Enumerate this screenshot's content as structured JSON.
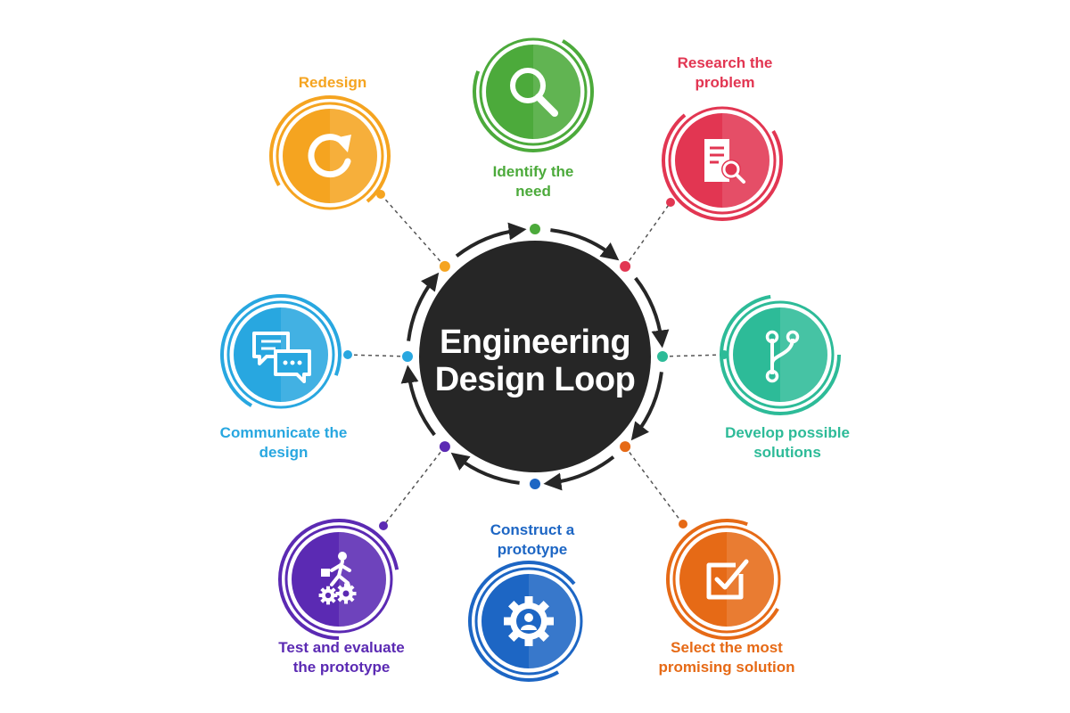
{
  "center": {
    "line1": "Engineering",
    "line2": "Design Loop",
    "color": "#262626"
  },
  "steps": [
    {
      "label": "Identify the need",
      "line1": "Identify the",
      "line2": "need",
      "icon": "magnifier-icon",
      "color": "#4caa3b"
    },
    {
      "label": "Research the problem",
      "line1": "Research the",
      "line2": "problem",
      "icon": "document-search-icon",
      "color": "#e23652"
    },
    {
      "label": "Develop possible solutions",
      "line1": "Develop possible",
      "line2": "solutions",
      "icon": "branch-icon",
      "color": "#2dbb98"
    },
    {
      "label": "Select the most promising solution",
      "line1": "Select the most",
      "line2": "promising solution",
      "icon": "checkbox-icon",
      "color": "#e66a16"
    },
    {
      "label": "Construct a prototype",
      "line1": "Construct a",
      "line2": "prototype",
      "icon": "gear-user-icon",
      "color": "#1d66c4"
    },
    {
      "label": "Test and evaluate the prototype",
      "line1": "Test and evaluate",
      "line2": "the prototype",
      "icon": "walker-gears-icon",
      "color": "#5b2ab3"
    },
    {
      "label": "Communicate the design",
      "line1": "Communicate the",
      "line2": "design",
      "icon": "chat-bubbles-icon",
      "color": "#28a7e0"
    },
    {
      "label": "Redesign",
      "line1": "Redesign",
      "line2": "",
      "icon": "redo-icon",
      "color": "#f5a420"
    }
  ]
}
